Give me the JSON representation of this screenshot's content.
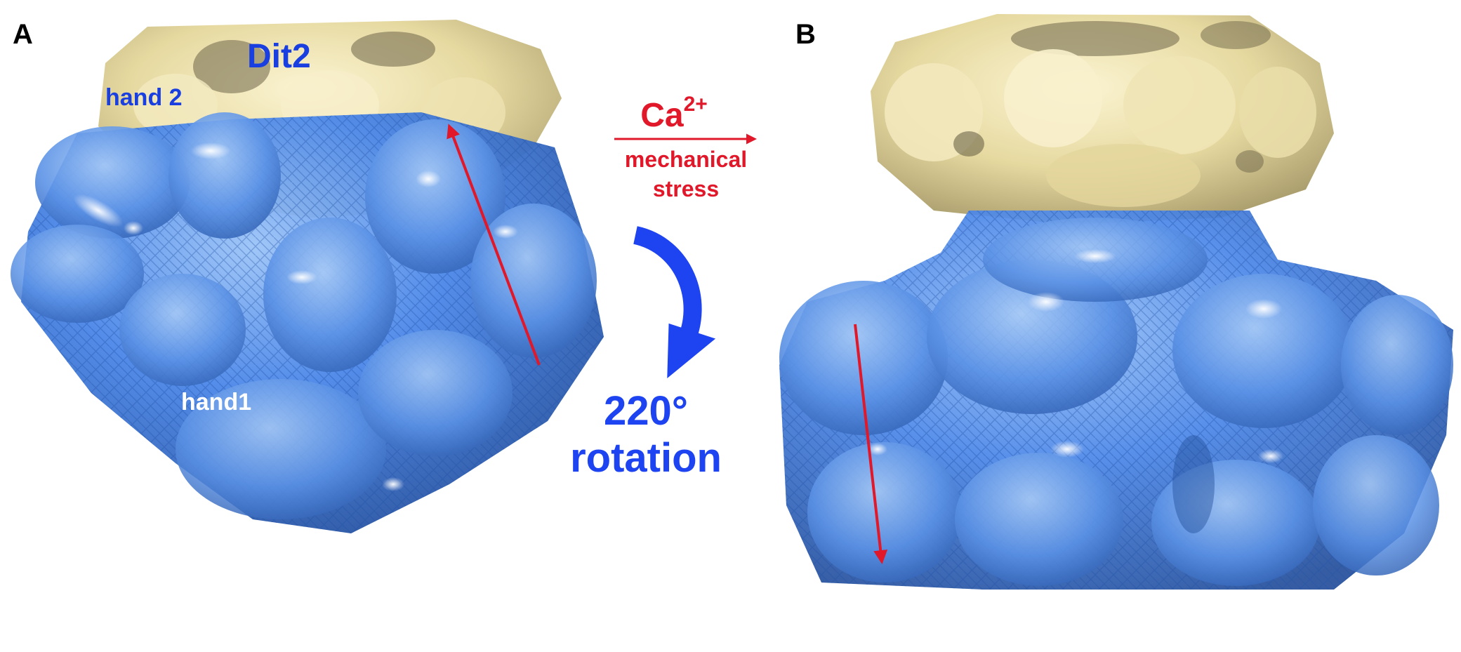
{
  "panel_a": {
    "letter": "A",
    "label_dit2": "Dit2",
    "label_hand2": "hand 2",
    "label_hand1": "hand1"
  },
  "panel_b": {
    "letter": "B"
  },
  "transition": {
    "ion_base": "Ca",
    "ion_charge": "2+",
    "stress_line1": "mechanical",
    "stress_line2": "stress",
    "rotation_angle": "220°",
    "rotation_word": "rotation"
  },
  "colors": {
    "beige": "#e8dca2",
    "beige_light": "#f4ecc4",
    "beige_shadow": "#6d6549",
    "blue_main": "#4a86e8",
    "blue_light": "#8ab6f3",
    "blue_dark": "#1c4fb0",
    "label_blue": "#1a3fe0",
    "arrow_red": "#e0182a",
    "rotation_arrow": "#1d44f0"
  },
  "icons": {
    "rotation": "curved-rotation-arrow-icon",
    "transition": "right-arrow-icon",
    "axis": "axis-arrow-icon"
  }
}
